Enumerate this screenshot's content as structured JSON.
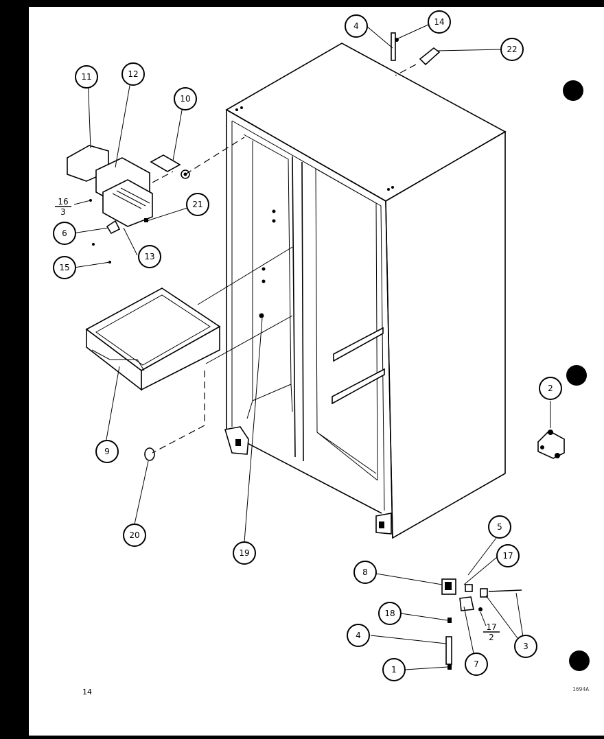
{
  "diagram": {
    "page_number": "14",
    "code": "1694A",
    "callouts": [
      {
        "id": "c4a",
        "label": "4"
      },
      {
        "id": "c14",
        "label": "14"
      },
      {
        "id": "c22",
        "label": "22"
      },
      {
        "id": "c11",
        "label": "11"
      },
      {
        "id": "c12",
        "label": "12"
      },
      {
        "id": "c10",
        "label": "10"
      },
      {
        "id": "c21",
        "label": "21"
      },
      {
        "id": "c6",
        "label": "6"
      },
      {
        "id": "c13",
        "label": "13"
      },
      {
        "id": "c15",
        "label": "15"
      },
      {
        "id": "c9",
        "label": "9"
      },
      {
        "id": "c20",
        "label": "20"
      },
      {
        "id": "c19",
        "label": "19"
      },
      {
        "id": "c2",
        "label": "2"
      },
      {
        "id": "c5",
        "label": "5"
      },
      {
        "id": "c17",
        "label": "17"
      },
      {
        "id": "c8",
        "label": "8"
      },
      {
        "id": "c18",
        "label": "18"
      },
      {
        "id": "c4b",
        "label": "4"
      },
      {
        "id": "c3",
        "label": "3"
      },
      {
        "id": "c7",
        "label": "7"
      },
      {
        "id": "c1",
        "label": "1"
      }
    ],
    "fraction_labels": [
      {
        "id": "f16",
        "numerator": "16",
        "denominator": "3"
      },
      {
        "id": "f17",
        "numerator": "17",
        "denominator": "2"
      }
    ]
  }
}
